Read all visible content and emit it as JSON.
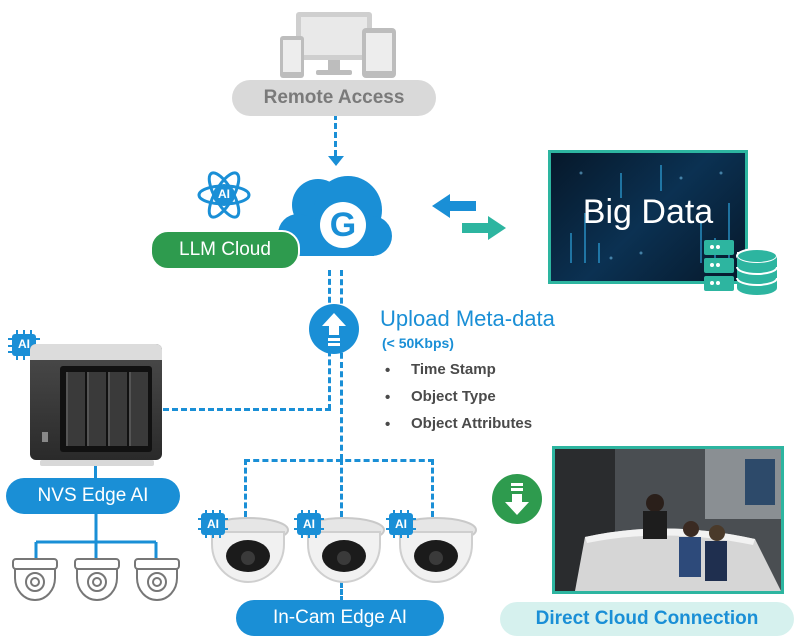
{
  "labels": {
    "remote_access": "Remote Access",
    "llm_cloud": "LLM Cloud",
    "cloud_logo": "G",
    "ai_badge": "AI",
    "big_data": "Big Data",
    "upload_title": "Upload Meta-data",
    "upload_rate": "(< 50Kbps)",
    "nvs_edge_ai": "NVS Edge AI",
    "in_cam_edge_ai": "In-Cam Edge AI",
    "direct_cloud": "Direct Cloud Connection"
  },
  "metadata_items": [
    "Time Stamp",
    "Object Type",
    "Object Attributes"
  ],
  "colors": {
    "primary_blue": "#1a8fd6",
    "green": "#2e9b4e",
    "teal": "#2db5a0",
    "grey_pill": "#d9d9d9",
    "light_teal_pill": "#d6f1ee"
  },
  "icons": {
    "devices": "devices-icon",
    "cloud": "cloud-icon",
    "ai_atom": "ai-atom-icon",
    "exchange": "exchange-arrows-icon",
    "database": "database-icon",
    "upload": "upload-icon",
    "download": "download-icon",
    "ai_chip": "ai-chip-icon",
    "camera": "dome-camera-icon"
  }
}
